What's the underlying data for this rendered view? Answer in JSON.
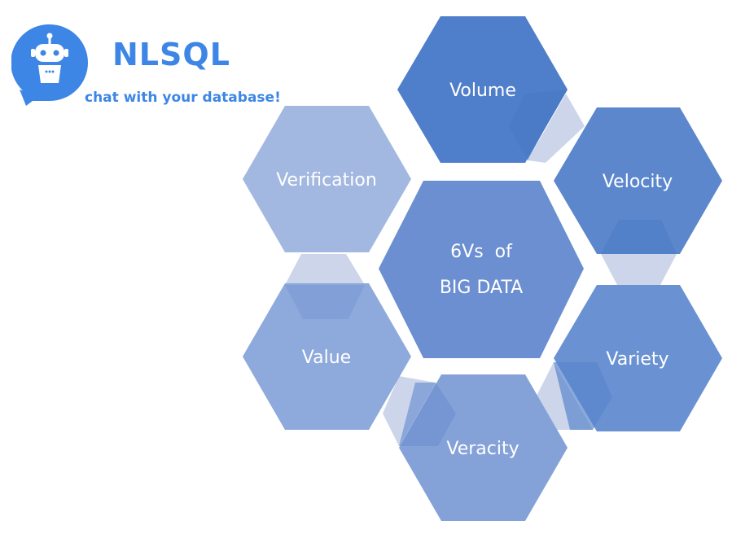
{
  "brand": {
    "name": "NLSQL",
    "tagline": "chat with your database!",
    "color": "#3d86e6"
  },
  "diagram": {
    "center": {
      "line1": "6Vs  of",
      "line2": "BIG DATA",
      "color": "#6b8fd0"
    },
    "hexagons": [
      {
        "id": "volume",
        "label": "Volume",
        "color": "#4f7fcb"
      },
      {
        "id": "velocity",
        "label": "Velocity",
        "color": "#5c87cd"
      },
      {
        "id": "variety",
        "label": "Variety",
        "color": "#6a92d2"
      },
      {
        "id": "veracity",
        "label": "Veracity",
        "color": "#84a2d8"
      },
      {
        "id": "value",
        "label": "Value",
        "color": "#8ea9db"
      },
      {
        "id": "verification",
        "label": "Verification",
        "color": "#a3b8e0"
      }
    ],
    "connector_color": "#ccd5ea"
  }
}
